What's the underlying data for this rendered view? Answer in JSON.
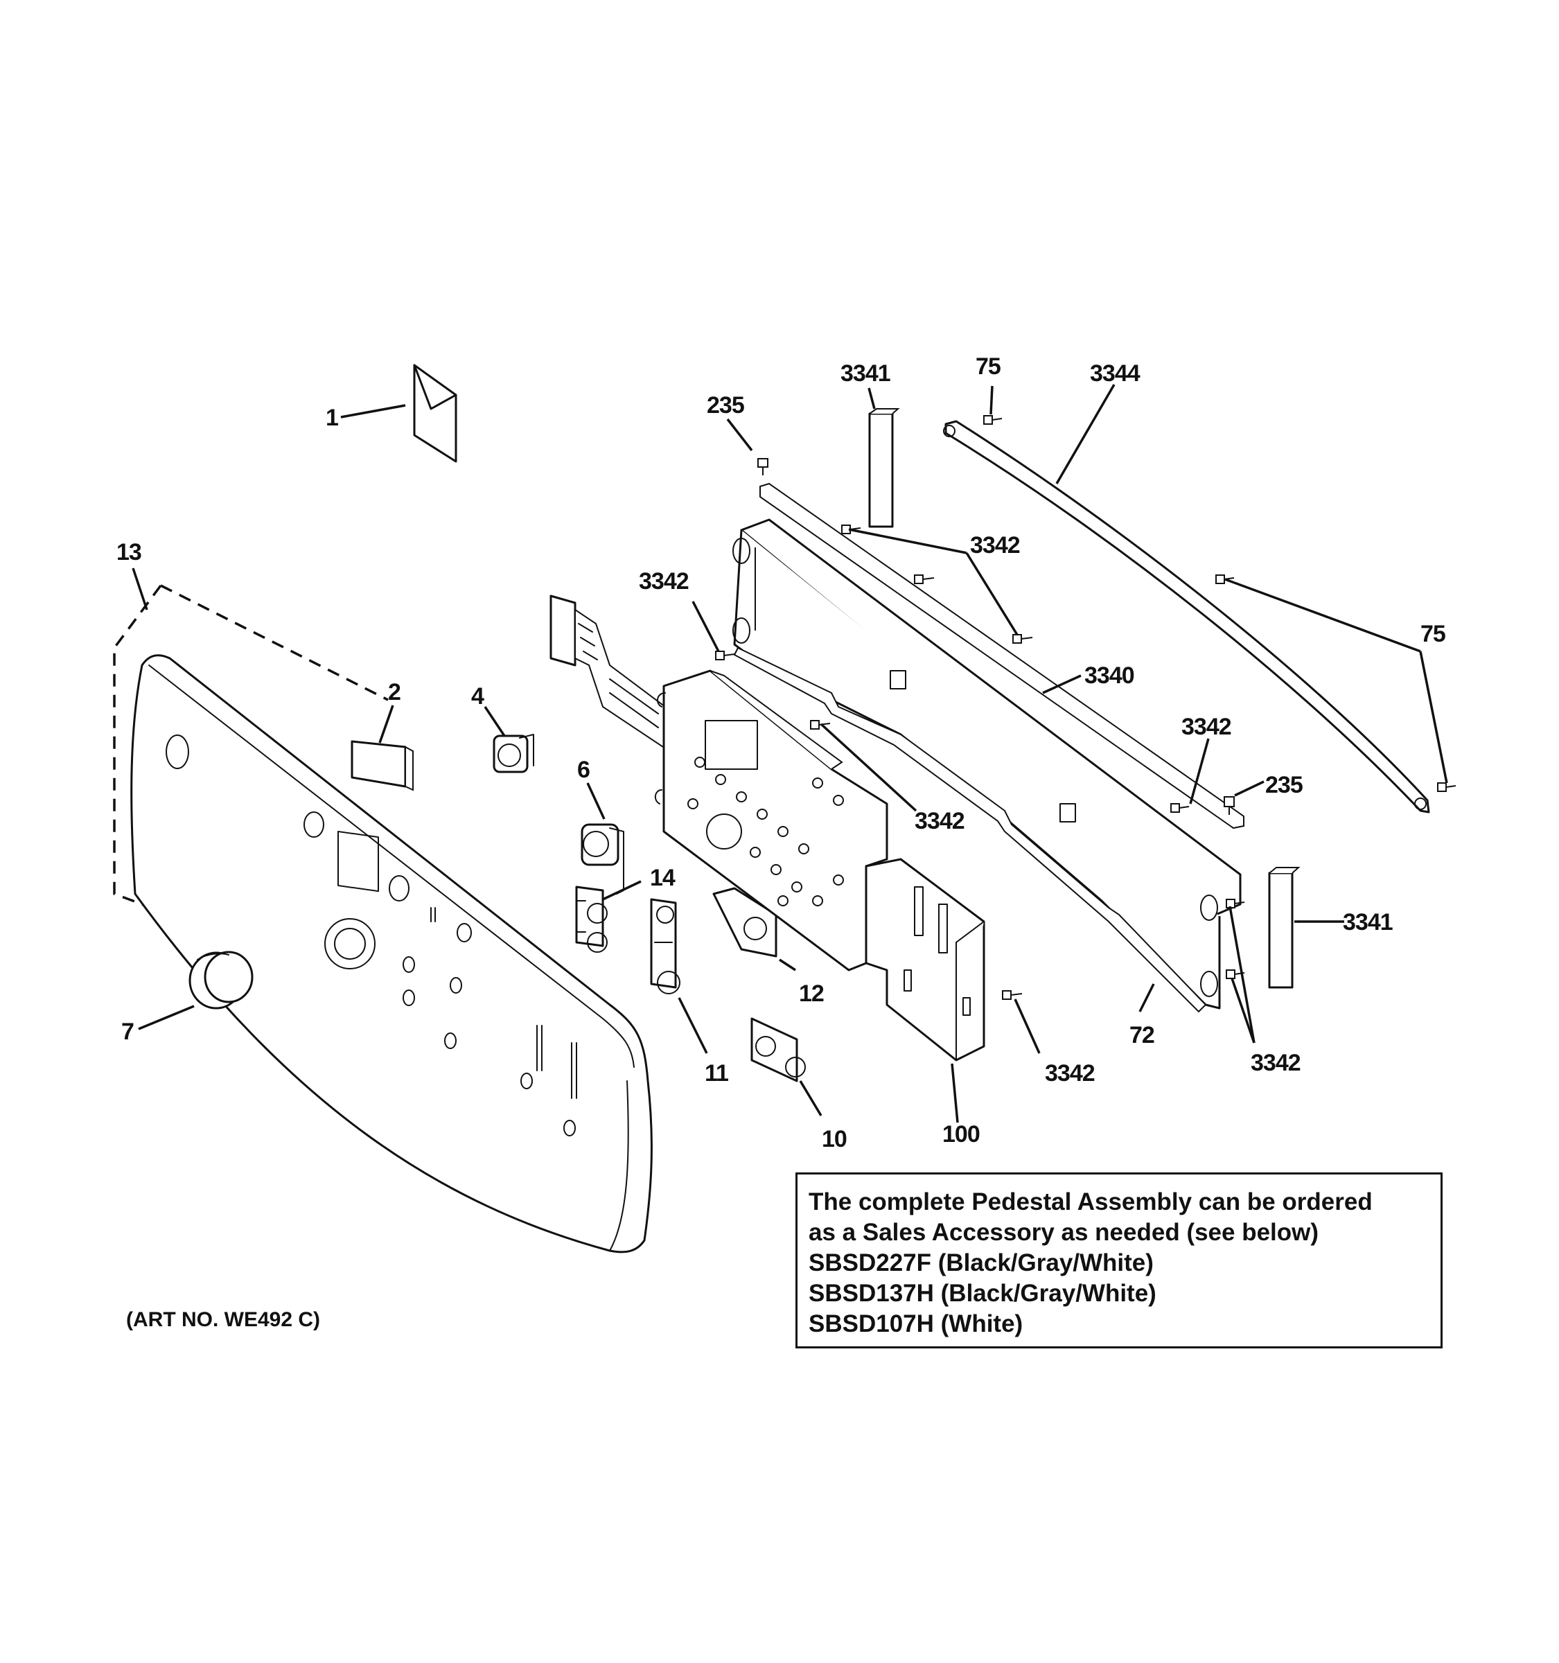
{
  "callouts": {
    "c1": "1",
    "c2": "2",
    "c4": "4",
    "c6": "6",
    "c7": "7",
    "c10": "10",
    "c11": "11",
    "c12": "12",
    "c13": "13",
    "c14": "14",
    "c72": "72",
    "c75a": "75",
    "c75b": "75",
    "c100": "100",
    "c235a": "235",
    "c235b": "235",
    "c3340": "3340",
    "c3341a": "3341",
    "c3341b": "3341",
    "c3344": "3344",
    "c3342a": "3342",
    "c3342b": "3342",
    "c3342c": "3342",
    "c3342d": "3342",
    "c3342e": "3342",
    "c3342f": "3342"
  },
  "note": {
    "line1": "The complete Pedestal Assembly can be ordered",
    "line2": "as a Sales Accessory as needed (see below)",
    "line3": "SBSD227F (Black/Gray/White)",
    "line4": "SBSD137H (Black/Gray/White)",
    "line5": "SBSD107H (White)"
  },
  "art_no": "(ART NO. WE492 C)"
}
